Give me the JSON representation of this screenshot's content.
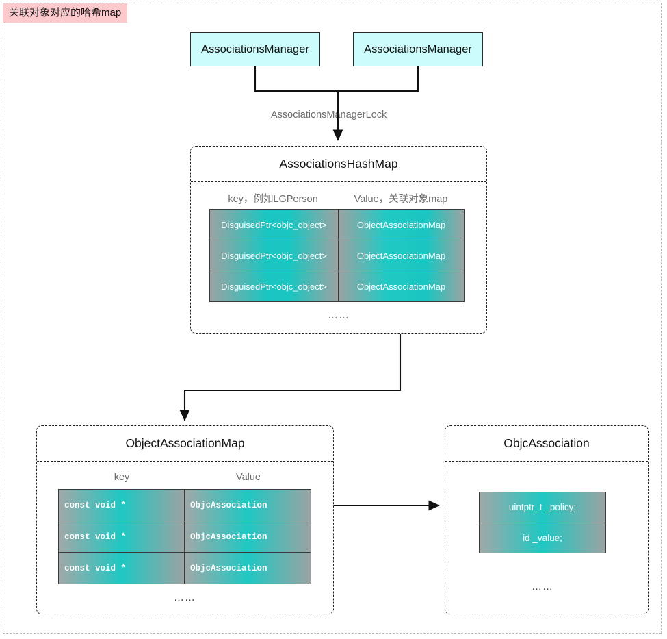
{
  "page": {
    "title_badge": "关联对象对应的哈希map"
  },
  "managers": {
    "box1_label": "AssociationsManager",
    "box2_label": "AssociationsManager",
    "lock_label": "AssociationsManagerLock"
  },
  "hashmap": {
    "title": "AssociationsHashMap",
    "col_key_header": "key，例如LGPerson",
    "col_value_header": "Value，关联对象map",
    "rows": [
      {
        "key": "DisguisedPtr<objc_object>",
        "value": "ObjectAssociationMap"
      },
      {
        "key": "DisguisedPtr<objc_object>",
        "value": "ObjectAssociationMap"
      },
      {
        "key": "DisguisedPtr<objc_object>",
        "value": "ObjectAssociationMap"
      }
    ],
    "ellipsis": "……"
  },
  "object_association_map": {
    "title": "ObjectAssociationMap",
    "col_key_header": "key",
    "col_value_header": "Value",
    "rows": [
      {
        "key": "const void *",
        "value": "ObjcAssociation"
      },
      {
        "key": "const void *",
        "value": "ObjcAssociation"
      },
      {
        "key": "const void *",
        "value": "ObjcAssociation"
      }
    ],
    "ellipsis": "……"
  },
  "objc_association": {
    "title": "ObjcAssociation",
    "fields": [
      "uintptr_t _policy;",
      "id _value;"
    ],
    "ellipsis": "……"
  },
  "colors": {
    "badge_bg": "#fcc9cc",
    "manager_box_bg": "#ccfdfc",
    "cell_teal": "#19c6c1",
    "cell_gray": "#9aa3a3",
    "line": "#111111",
    "muted_text": "#6d6d6d"
  }
}
